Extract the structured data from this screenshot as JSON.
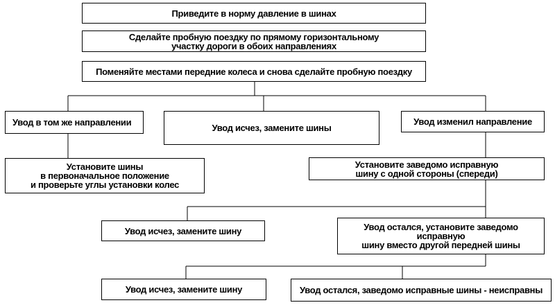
{
  "boxes": {
    "normalize_pressure": "Приведите в норму давление в шинах",
    "test_drive": "Сделайте пробную поездку по прямому горизонтальному\nучастку дороги в обоих направлениях",
    "swap_wheels": "Поменяйте местами передние колеса и снова сделайте пробную поездку",
    "same_direction": "Увод в том же направлении",
    "gone_replace_tires": "Увод исчез, замените шины",
    "changed_direction": "Увод изменил направление",
    "restore_position": "Установите шины\nв первоначальное положение\nи проверьте углы установки колес",
    "install_good_tire": "Установите заведомо исправную\nшину с одной стороны (спереди)",
    "gone_replace_tire_1": "Увод исчез, замените шину",
    "remained_install_other": "Увод остался, установите заведомо\nисправную\nшину вместо другой передней шины",
    "gone_replace_tire_2": "Увод исчез, замените шину",
    "remained_faulty": "Увод остался, заведомо исправные шины - неисправны"
  },
  "colors": {
    "line": "#000000",
    "background": "#ffffff"
  }
}
